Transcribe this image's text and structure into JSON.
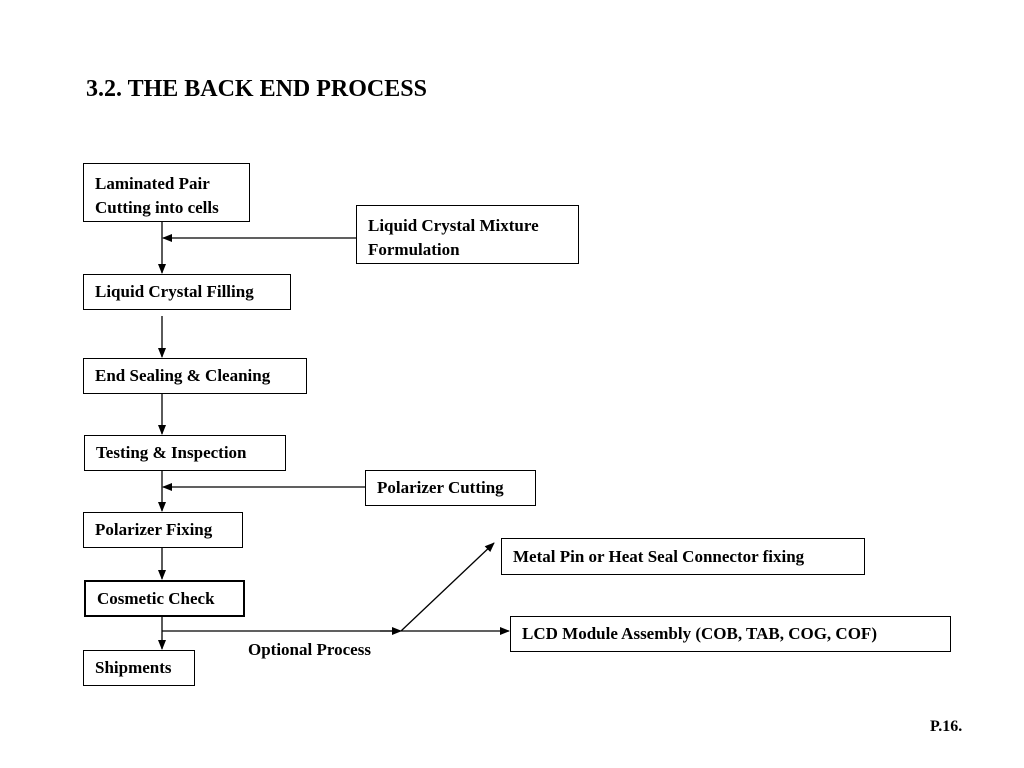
{
  "title": "3.2. THE BACK END PROCESS",
  "nodes": {
    "laminated_pair": {
      "line1": "Laminated Pair",
      "line2": "Cutting into cells"
    },
    "lc_mixture": {
      "line1": "Liquid Crystal Mixture",
      "line2": "Formulation"
    },
    "lc_filling": "Liquid Crystal Filling",
    "end_sealing": "End Sealing & Cleaning",
    "testing": "Testing & Inspection",
    "polarizer_cutting": "Polarizer Cutting",
    "polarizer_fixing": "Polarizer Fixing",
    "cosmetic_check": "Cosmetic Check",
    "shipments": "Shipments",
    "metal_pin": "Metal Pin or Heat Seal Connector fixing",
    "lcd_module": "LCD Module Assembly (COB, TAB, COG, COF)"
  },
  "optional_label": "Optional Process",
  "page_number": "P.16."
}
